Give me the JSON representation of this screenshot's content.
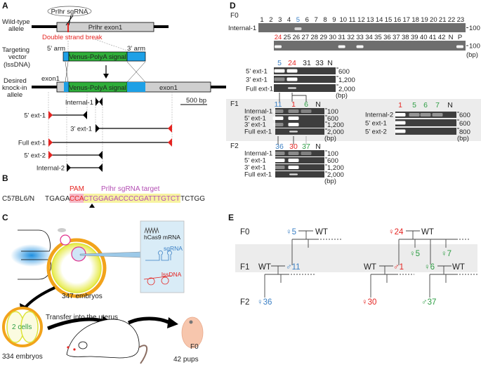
{
  "panel_labels": {
    "a": "A",
    "b": "B",
    "c": "C",
    "d": "D",
    "e": "E"
  },
  "colors": {
    "blue": "#3a7fc4",
    "red": "#e52421",
    "green": "#2e9e44",
    "black": "#222222",
    "magenta": "#b44fb4",
    "orange": "#f2a31b",
    "venus_green": "#2fae3a",
    "arm_blue": "#1ea0e6"
  },
  "panel_a": {
    "wildtype_label": [
      "Wild-type",
      "allele"
    ],
    "sgrna": "Prlhr sgRNA",
    "exon_box": "Prlhr exon1",
    "dsb": "Double strand break",
    "targeting_label": [
      "Targeting",
      "vector",
      "(lssDNA)"
    ],
    "arm5": "5’ arm",
    "arm3": "3’ arm",
    "cassette": "Venus-PolyA signal",
    "knockin_label": [
      "Desired",
      "knock-in",
      "allele"
    ],
    "exon1_left": "exon1",
    "exon1_right": "exon1",
    "scale_bar": "500 bp",
    "primers": [
      "Internal-1",
      "5’ ext-1",
      "3’ ext-1",
      "Full ext-1",
      "5’ ext-2",
      "Internal-2"
    ]
  },
  "panel_b": {
    "strain": "C57BL6/N",
    "pam_label": "PAM",
    "target_label": "Prlhr sgRNA target",
    "seq_prefix": "TGAGA",
    "seq_pam": "CCA",
    "seq_target": "CTGGAGACCCCGATTTGTCT",
    "seq_suffix": "TCTGG"
  },
  "panel_c": {
    "reagents": [
      "hCas9 mRNA",
      "sgRNA",
      "lssDNA"
    ],
    "injected": "347 embryos",
    "two_cell": "2 cells",
    "two_cell_count": "334 embryos",
    "transfer": "Transfer into the uterus",
    "pup_label": "F0",
    "pups": "42 pups"
  },
  "panel_d": {
    "gen_f0": "F0",
    "gen_f1": "F1",
    "gen_f2": "F2",
    "bp_unit": "(bp)",
    "screen": {
      "label": "Internal-1",
      "marker": "100",
      "row1": {
        "lanes": [
          "1",
          "2",
          "3",
          "4",
          "5",
          "6",
          "7",
          "8",
          "9",
          "10",
          "11",
          "12",
          "13",
          "14",
          "15",
          "16",
          "17",
          "18",
          "19",
          "20",
          "21",
          "22",
          "23"
        ],
        "lane_colors": [
          "black",
          "black",
          "black",
          "black",
          "blue",
          "black",
          "black",
          "black",
          "black",
          "black",
          "black",
          "black",
          "black",
          "black",
          "black",
          "black",
          "black",
          "black",
          "black",
          "black",
          "black",
          "black",
          "black"
        ],
        "bands": [
          0,
          0,
          0,
          0,
          0.7,
          0,
          0,
          0,
          0,
          0,
          0,
          0,
          0,
          0,
          0,
          0,
          0,
          0,
          0,
          0,
          0,
          0,
          0
        ]
      },
      "row2": {
        "lanes": [
          "24",
          "25",
          "26",
          "27",
          "28",
          "29",
          "30",
          "31",
          "32",
          "33",
          "34",
          "35",
          "36",
          "37",
          "38",
          "39",
          "40",
          "41",
          "42",
          "N",
          "P"
        ],
        "lane_colors": [
          "red",
          "black",
          "black",
          "black",
          "black",
          "black",
          "black",
          "black",
          "black",
          "black",
          "black",
          "black",
          "black",
          "black",
          "black",
          "black",
          "black",
          "black",
          "black",
          "black",
          "black"
        ],
        "bands": [
          0.95,
          0,
          0,
          0,
          0,
          0,
          0,
          0.95,
          0,
          0.95,
          0,
          0,
          0,
          0,
          0,
          0,
          0,
          0,
          0,
          0,
          0.95
        ]
      }
    },
    "f0_confirm": {
      "lanes": [
        "5",
        "24",
        "31",
        "33",
        "N"
      ],
      "lane_colors": [
        "blue",
        "red",
        "black",
        "black",
        "black"
      ],
      "rows": [
        {
          "label": "5’ ext-1",
          "marker": "600",
          "bands": [
            1,
            1,
            0,
            0,
            0
          ]
        },
        {
          "label": "3’ ext-1",
          "marker": "1,200",
          "bands": [
            0.4,
            1,
            0,
            0,
            0
          ]
        },
        {
          "label": "Full ext-1",
          "marker": "2,000",
          "bands": [
            0,
            0.85,
            0,
            0,
            0
          ]
        }
      ]
    },
    "f1_left": {
      "lanes": [
        "11",
        "1",
        "6",
        "N"
      ],
      "lane_colors": [
        "blue",
        "red",
        "green",
        "black"
      ],
      "rows": [
        {
          "label": "Internal-1",
          "marker": "100",
          "bands": [
            0.4,
            0.4,
            0.35,
            0
          ]
        },
        {
          "label": "5’ ext-1",
          "marker": "600",
          "bands": [
            1,
            1,
            0,
            0
          ]
        },
        {
          "label": "3’ ext-1",
          "marker": "1,200",
          "bands": [
            0.4,
            1,
            0,
            0
          ]
        },
        {
          "label": "Full ext-1",
          "marker": "2,000",
          "bands": [
            0,
            0.85,
            0,
            0
          ]
        }
      ]
    },
    "f1_right": {
      "lanes": [
        "1",
        "5",
        "6",
        "7",
        "N"
      ],
      "lane_colors": [
        "red",
        "green",
        "green",
        "green",
        "black"
      ],
      "rows": [
        {
          "label": "Internal-2",
          "marker": "600",
          "bands": [
            1,
            0.45,
            0.45,
            0.45,
            0
          ]
        },
        {
          "label": "5’ ext-1",
          "marker": "600",
          "bands": [
            1,
            0,
            0,
            0,
            0
          ]
        },
        {
          "label": "5’ ext-2",
          "marker": "800",
          "bands": [
            1,
            0,
            0,
            0,
            0
          ]
        }
      ]
    },
    "f2": {
      "lanes": [
        "36",
        "30",
        "37",
        "N"
      ],
      "lane_colors": [
        "blue",
        "red",
        "green",
        "black"
      ],
      "rows": [
        {
          "label": "Internal-1",
          "marker": "100",
          "bands": [
            0.4,
            0.4,
            0.35,
            0
          ]
        },
        {
          "label": "5’ ext-1",
          "marker": "600",
          "bands": [
            1,
            1,
            0,
            0
          ]
        },
        {
          "label": "3’ ext-1",
          "marker": "1,200",
          "bands": [
            0.4,
            1,
            0,
            0
          ]
        },
        {
          "label": "Full ext-1",
          "marker": "2,000",
          "bands": [
            0,
            0.85,
            0,
            0
          ]
        }
      ]
    }
  },
  "panel_e": {
    "gen_f0": "F0",
    "gen_f1": "F1",
    "gen_f2": "F2",
    "wt": "WT",
    "f0_female_5": "♀5",
    "f0_female_24": "♀24",
    "f1_male_11": "♂11",
    "f1_male_1": "♂1",
    "f1_female_5": "♀5",
    "f1_female_6": "♀6",
    "f1_female_7": "♀7",
    "f2_female_36": "♀36",
    "f2_female_30": "♀30",
    "f2_male_37": "♂37"
  }
}
